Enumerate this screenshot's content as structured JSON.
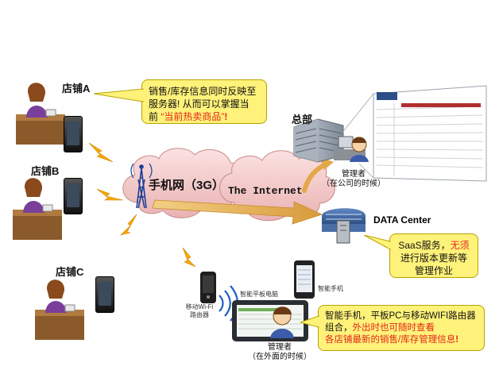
{
  "stores": [
    {
      "id": "a",
      "label": "店铺A"
    },
    {
      "id": "b",
      "label": "店铺B"
    },
    {
      "id": "c",
      "label": "店铺C"
    }
  ],
  "callout_top": {
    "line1": "销售/库存信息同时反映至",
    "line2": "服务器! 从而可以掌握当",
    "line3_prefix": "前 ",
    "line3_highlight": "“当前热卖商品”",
    "line3_suffix": "!"
  },
  "network": {
    "mobile_label": "手机网（3G）",
    "internet_label": "The Internet"
  },
  "hq": {
    "label": "总部",
    "manager_line1": "管理者",
    "manager_line2": "（在公司的时候）"
  },
  "datacenter": {
    "label": "DATA Center",
    "callout_line1_prefix": "SaaS服务，",
    "callout_line1_highlight": "无须",
    "callout_line2": "进行版本更新等",
    "callout_line3": "管理作业"
  },
  "mobile_devices": {
    "router_line1": "移动Wi-Fi",
    "router_line2": "路由器",
    "tablet_label": "智能平板电脑",
    "phone_label": "智能手机",
    "manager_line1": "管理者",
    "manager_line2": "（在外面的时候）"
  },
  "callout_bottom": {
    "line1": "智能手机，平板PC与移动WIFI路由器",
    "line2_prefix": "组合，",
    "line2_highlight": "外出时也可随时查看",
    "line3": "各店铺最新的销售/库存管理信息",
    "line3_suffix": "!"
  },
  "colors": {
    "callout_fill": "#fff27a",
    "lightning": "#f6a800",
    "cloud": "#f3c9c9",
    "arrow": "#e5b35a",
    "highlight_red": "#e2261a"
  }
}
